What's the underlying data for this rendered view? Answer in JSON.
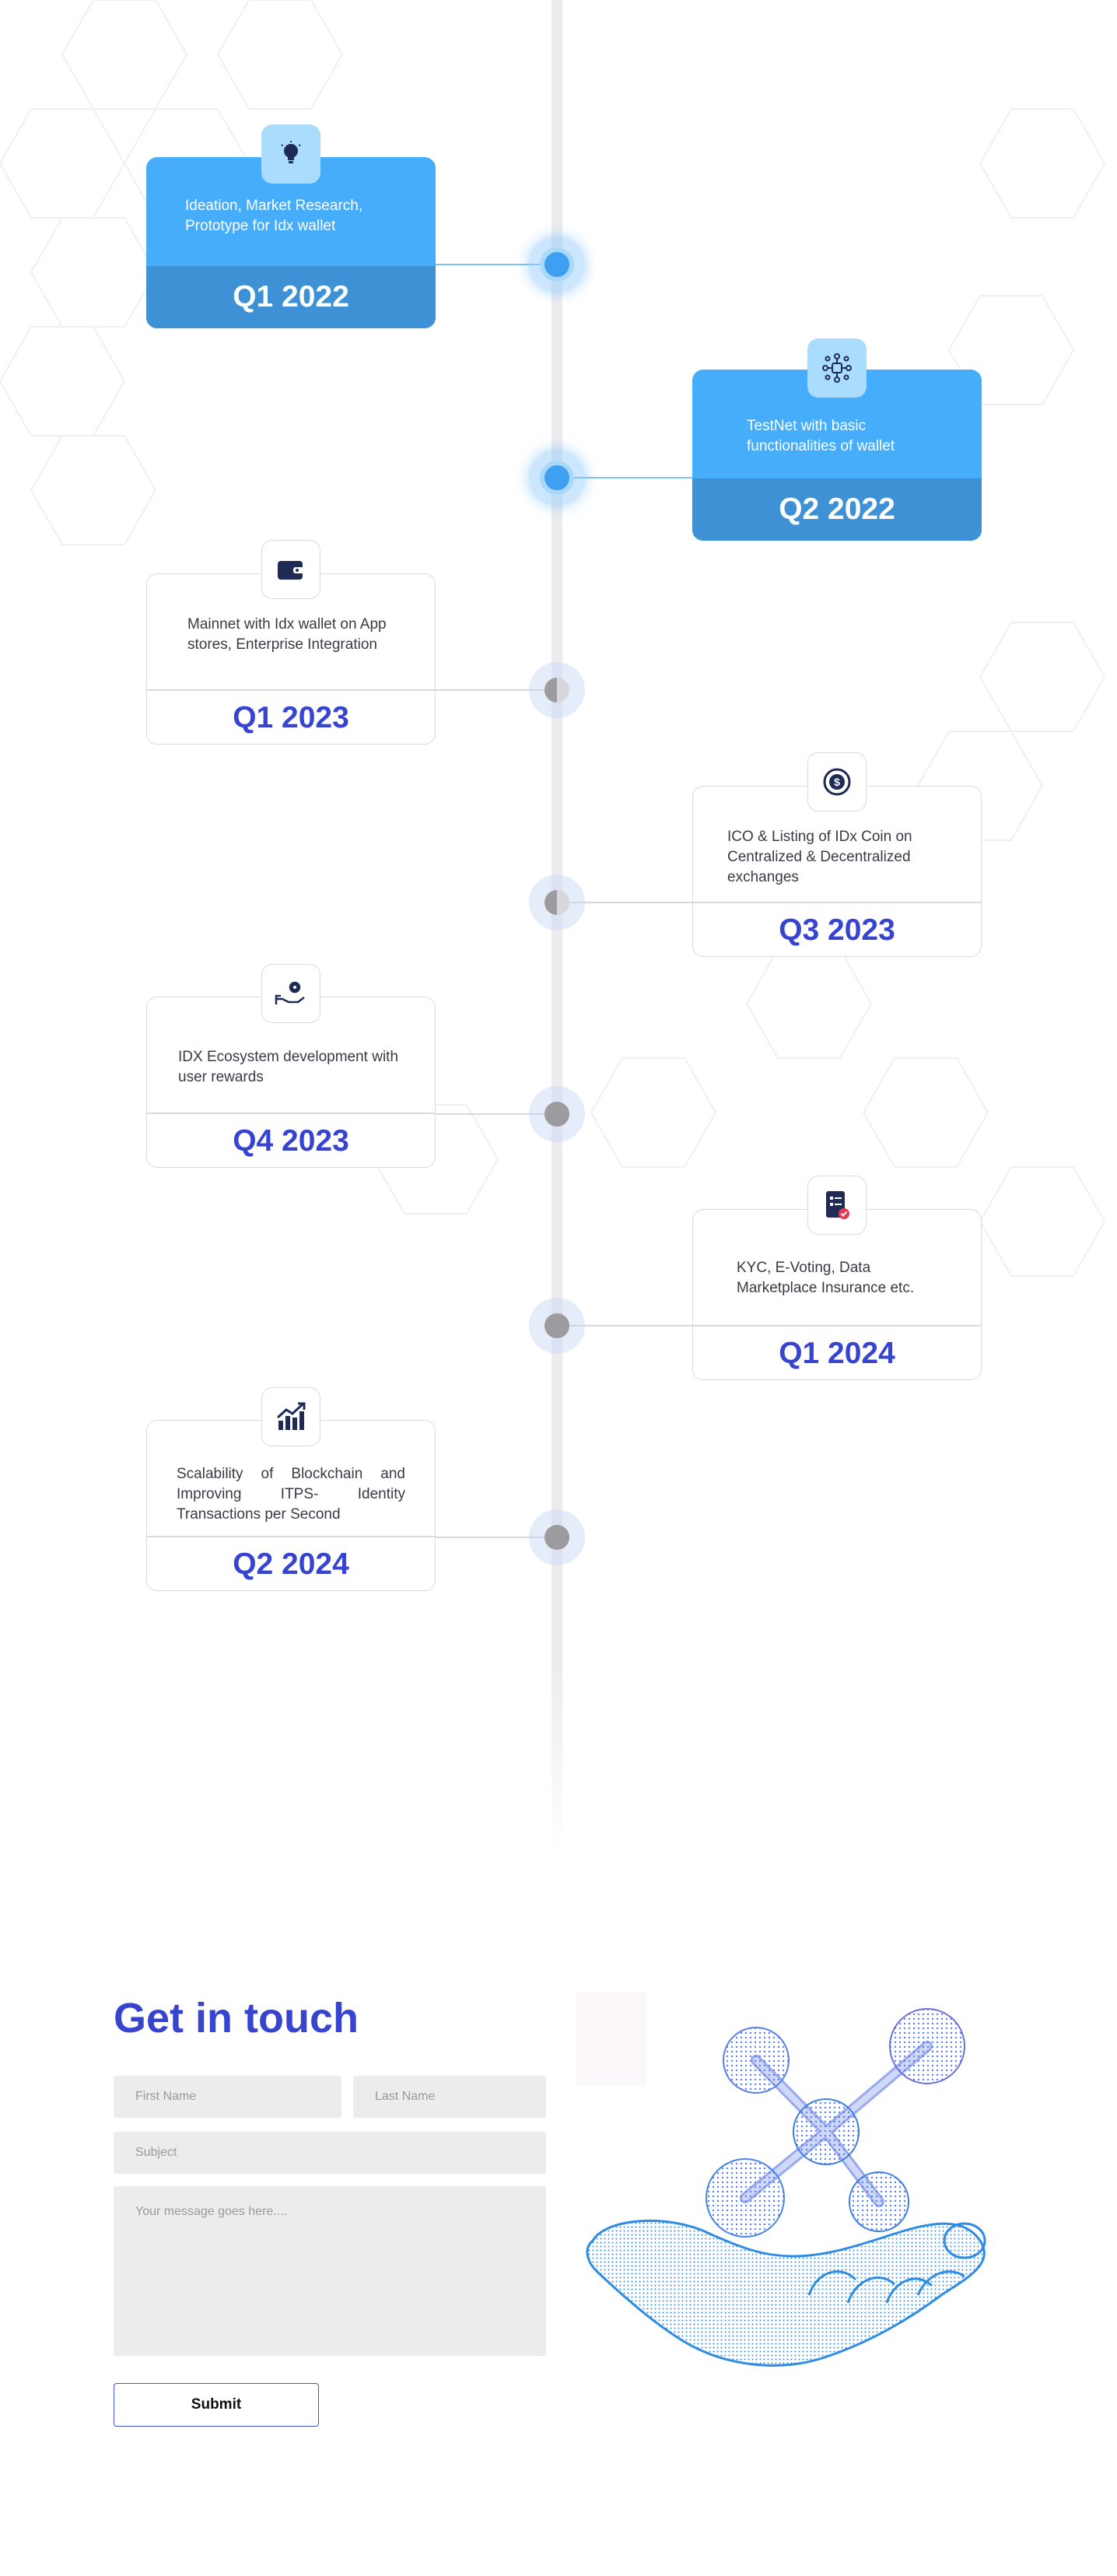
{
  "roadmap": {
    "milestones": [
      {
        "quarter": "Q1 2022",
        "description": "Ideation, Market Research, Prototype for Idx wallet",
        "icon": "lightbulb-icon",
        "side": "left",
        "highlighted": true
      },
      {
        "quarter": "Q2 2022",
        "description": "TestNet with basic functionalities of wallet",
        "icon": "network-icon",
        "side": "right",
        "highlighted": true
      },
      {
        "quarter": "Q1 2023",
        "description": "Mainnet  with Idx wallet on App stores, Enterprise Integration",
        "icon": "wallet-icon",
        "side": "left",
        "highlighted": false
      },
      {
        "quarter": "Q3 2023",
        "description": "ICO & Listing of IDx Coin on Centralized & Decentralized exchanges",
        "icon": "coin-icon",
        "side": "right",
        "highlighted": false
      },
      {
        "quarter": "Q4 2023",
        "description": "IDX Ecosystem development with user rewards",
        "icon": "hand-gear-icon",
        "side": "left",
        "highlighted": false
      },
      {
        "quarter": "Q1 2024",
        "description": "KYC, E-Voting, Data Marketplace Insurance etc.",
        "icon": "checklist-icon",
        "side": "right",
        "highlighted": false
      },
      {
        "quarter": "Q2 2024",
        "description": "Scalability of Blockchain and Improving ITPS- Identity Transactions per Second",
        "icon": "growth-chart-icon",
        "side": "left",
        "highlighted": false
      }
    ]
  },
  "contact": {
    "title": "Get in touch",
    "first_name_placeholder": "First Name",
    "last_name_placeholder": "Last Name",
    "subject_placeholder": "Subject",
    "message_placeholder": "Your message goes here....",
    "submit_label": "Submit"
  },
  "colors": {
    "accent_blue": "#46adfa",
    "band_blue": "#3d91d4",
    "heading_indigo": "#3744d0"
  }
}
